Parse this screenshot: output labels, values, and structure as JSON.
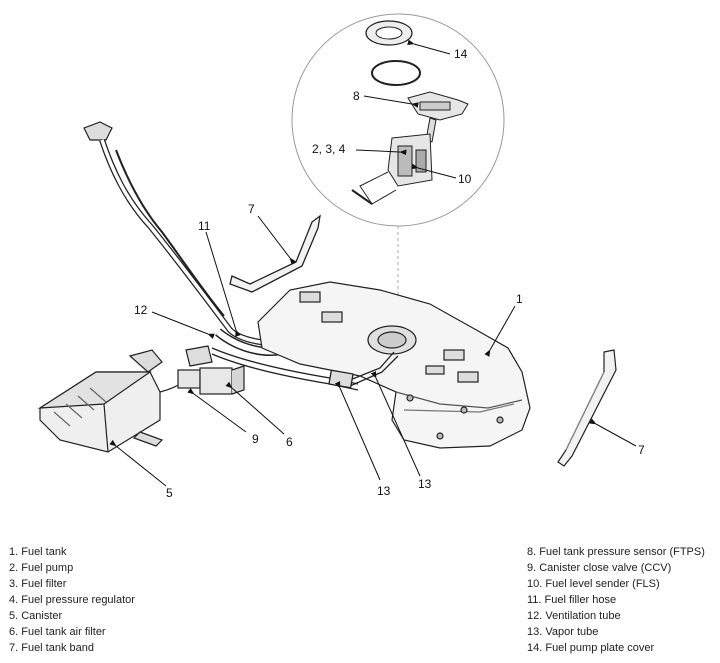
{
  "callouts": {
    "c1": "1",
    "c5": "5",
    "c6": "6",
    "c7a": "7",
    "c7b": "7",
    "c8": "8",
    "c9": "9",
    "c10": "10",
    "c11": "11",
    "c12": "12",
    "c13a": "13",
    "c13b": "13",
    "c14": "14",
    "c234": "2, 3, 4"
  },
  "legend_left": [
    "1. Fuel tank",
    "2. Fuel pump",
    "3. Fuel filter",
    "4. Fuel pressure regulator",
    "5. Canister",
    "6. Fuel tank air filter",
    "7. Fuel tank band"
  ],
  "legend_right": [
    "8. Fuel tank pressure sensor (FTPS)",
    "9. Canister close valve (CCV)",
    "10. Fuel level sender (FLS)",
    "11. Fuel filler hose",
    "12. Ventilation tube",
    "13. Vapor tube",
    "14. Fuel pump plate cover"
  ]
}
